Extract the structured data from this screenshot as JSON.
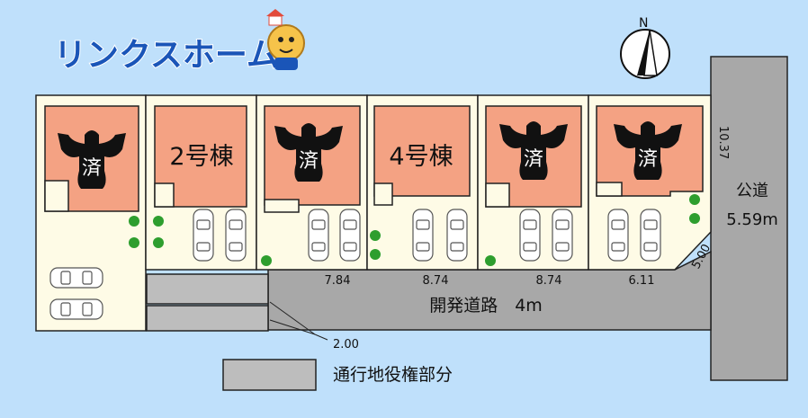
{
  "brand": {
    "name": "リンクスホーム",
    "color": "#1a55b8"
  },
  "compass": {
    "north_label": "N"
  },
  "lots": [
    {
      "id": "lot-1",
      "label": "",
      "sold_stamp": "済",
      "sold": true
    },
    {
      "id": "lot-2",
      "label": "2号棟",
      "sold_stamp": "",
      "sold": false
    },
    {
      "id": "lot-3",
      "label": "",
      "sold_stamp": "済",
      "sold": true
    },
    {
      "id": "lot-4",
      "label": "4号棟",
      "sold_stamp": "",
      "sold": false
    },
    {
      "id": "lot-5",
      "label": "",
      "sold_stamp": "済",
      "sold": true
    },
    {
      "id": "lot-6",
      "label": "",
      "sold_stamp": "済",
      "sold": true
    }
  ],
  "frontage_widths": [
    "7.84",
    "8.74",
    "8.74",
    "6.11"
  ],
  "dimension_labels": {
    "corner_cut": "5.00",
    "top_right": "10.37",
    "passage_width": "2.00"
  },
  "dev_road": {
    "label": "開発道路　4m"
  },
  "public_road": {
    "label_line1": "公道",
    "label_line2": "5.59m"
  },
  "legend": {
    "label": "通行地役権部分",
    "swatch_color": "#bdbdbd"
  },
  "colors": {
    "background": "#bfe0fb",
    "lot_fill": "#fefbe6",
    "building": "#f4a283",
    "road": "#a8a8a8",
    "easement": "#bdbdbd",
    "tree": "#2e9e2e"
  }
}
